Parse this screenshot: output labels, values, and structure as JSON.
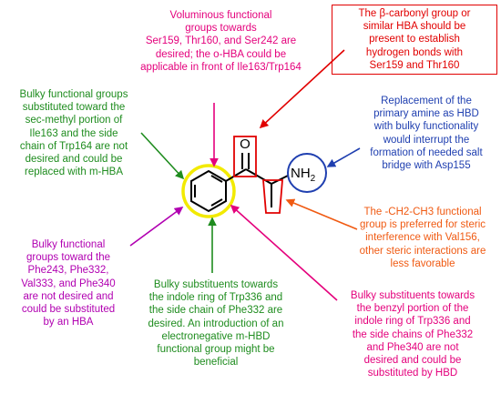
{
  "colors": {
    "pink": "#e4007c",
    "red": "#e10000",
    "green": "#1e8c1e",
    "blue": "#1f3fb0",
    "orange": "#f05a12",
    "magenta": "#b100b1",
    "yellow": "#f2ea00",
    "ring_outline": "#8a8a8a"
  },
  "molecule": {
    "oxygen": "O",
    "amine_main": "NH",
    "amine_sub": "2"
  },
  "annotations": {
    "top_center": {
      "lines": [
        "Voluminous functional",
        "groups towards",
        "Ser159, Thr160, and Ser242 are",
        "desired; the o-HBA could be",
        "applicable in front of Ile163/Trp164"
      ]
    },
    "top_right": {
      "lines": [
        "The β-carbonyl group or",
        "similar HBA should be",
        "present to establish",
        "hydrogen bonds with",
        "Ser159 and Thr160"
      ]
    },
    "left_upper": {
      "lines": [
        "Bulky functional groups",
        "substituted toward the",
        "sec-methyl portion of",
        "Ile163 and the side",
        "chain of Trp164 are not",
        "desired and could be",
        "replaced with m-HBA"
      ]
    },
    "right_upper": {
      "lines": [
        "Replacement of the",
        "primary amine as HBD",
        "with bulky functionality",
        "would interrupt the",
        "formation of needed salt",
        "bridge with Asp155"
      ]
    },
    "right_middle": {
      "lines": [
        "The -CH2-CH3 functional",
        "group is preferred for steric",
        "interference with Val156,",
        "other steric interactions are",
        "less favorable"
      ]
    },
    "left_lower": {
      "lines": [
        "Bulky functional",
        "groups toward the",
        "Phe243, Phe332,",
        "Val333, and Phe340",
        "are not desired and",
        "could be substituted",
        "by an HBA"
      ]
    },
    "bottom_center": {
      "lines": [
        "Bulky substituents towards",
        "the indole ring of Trp336 and",
        "the side chain of Phe332 are",
        "desired. An introduction of  an",
        "electronegative m-HBD",
        "functional group might be",
        "beneficial"
      ]
    },
    "bottom_right": {
      "lines": [
        "Bulky substituents towards",
        "the benzyl portion of the",
        "indole ring of Trp336 and",
        "the side chains of Phe332",
        "and Phe340 are not",
        "desired and could be",
        "substituted by HBD"
      ]
    }
  }
}
